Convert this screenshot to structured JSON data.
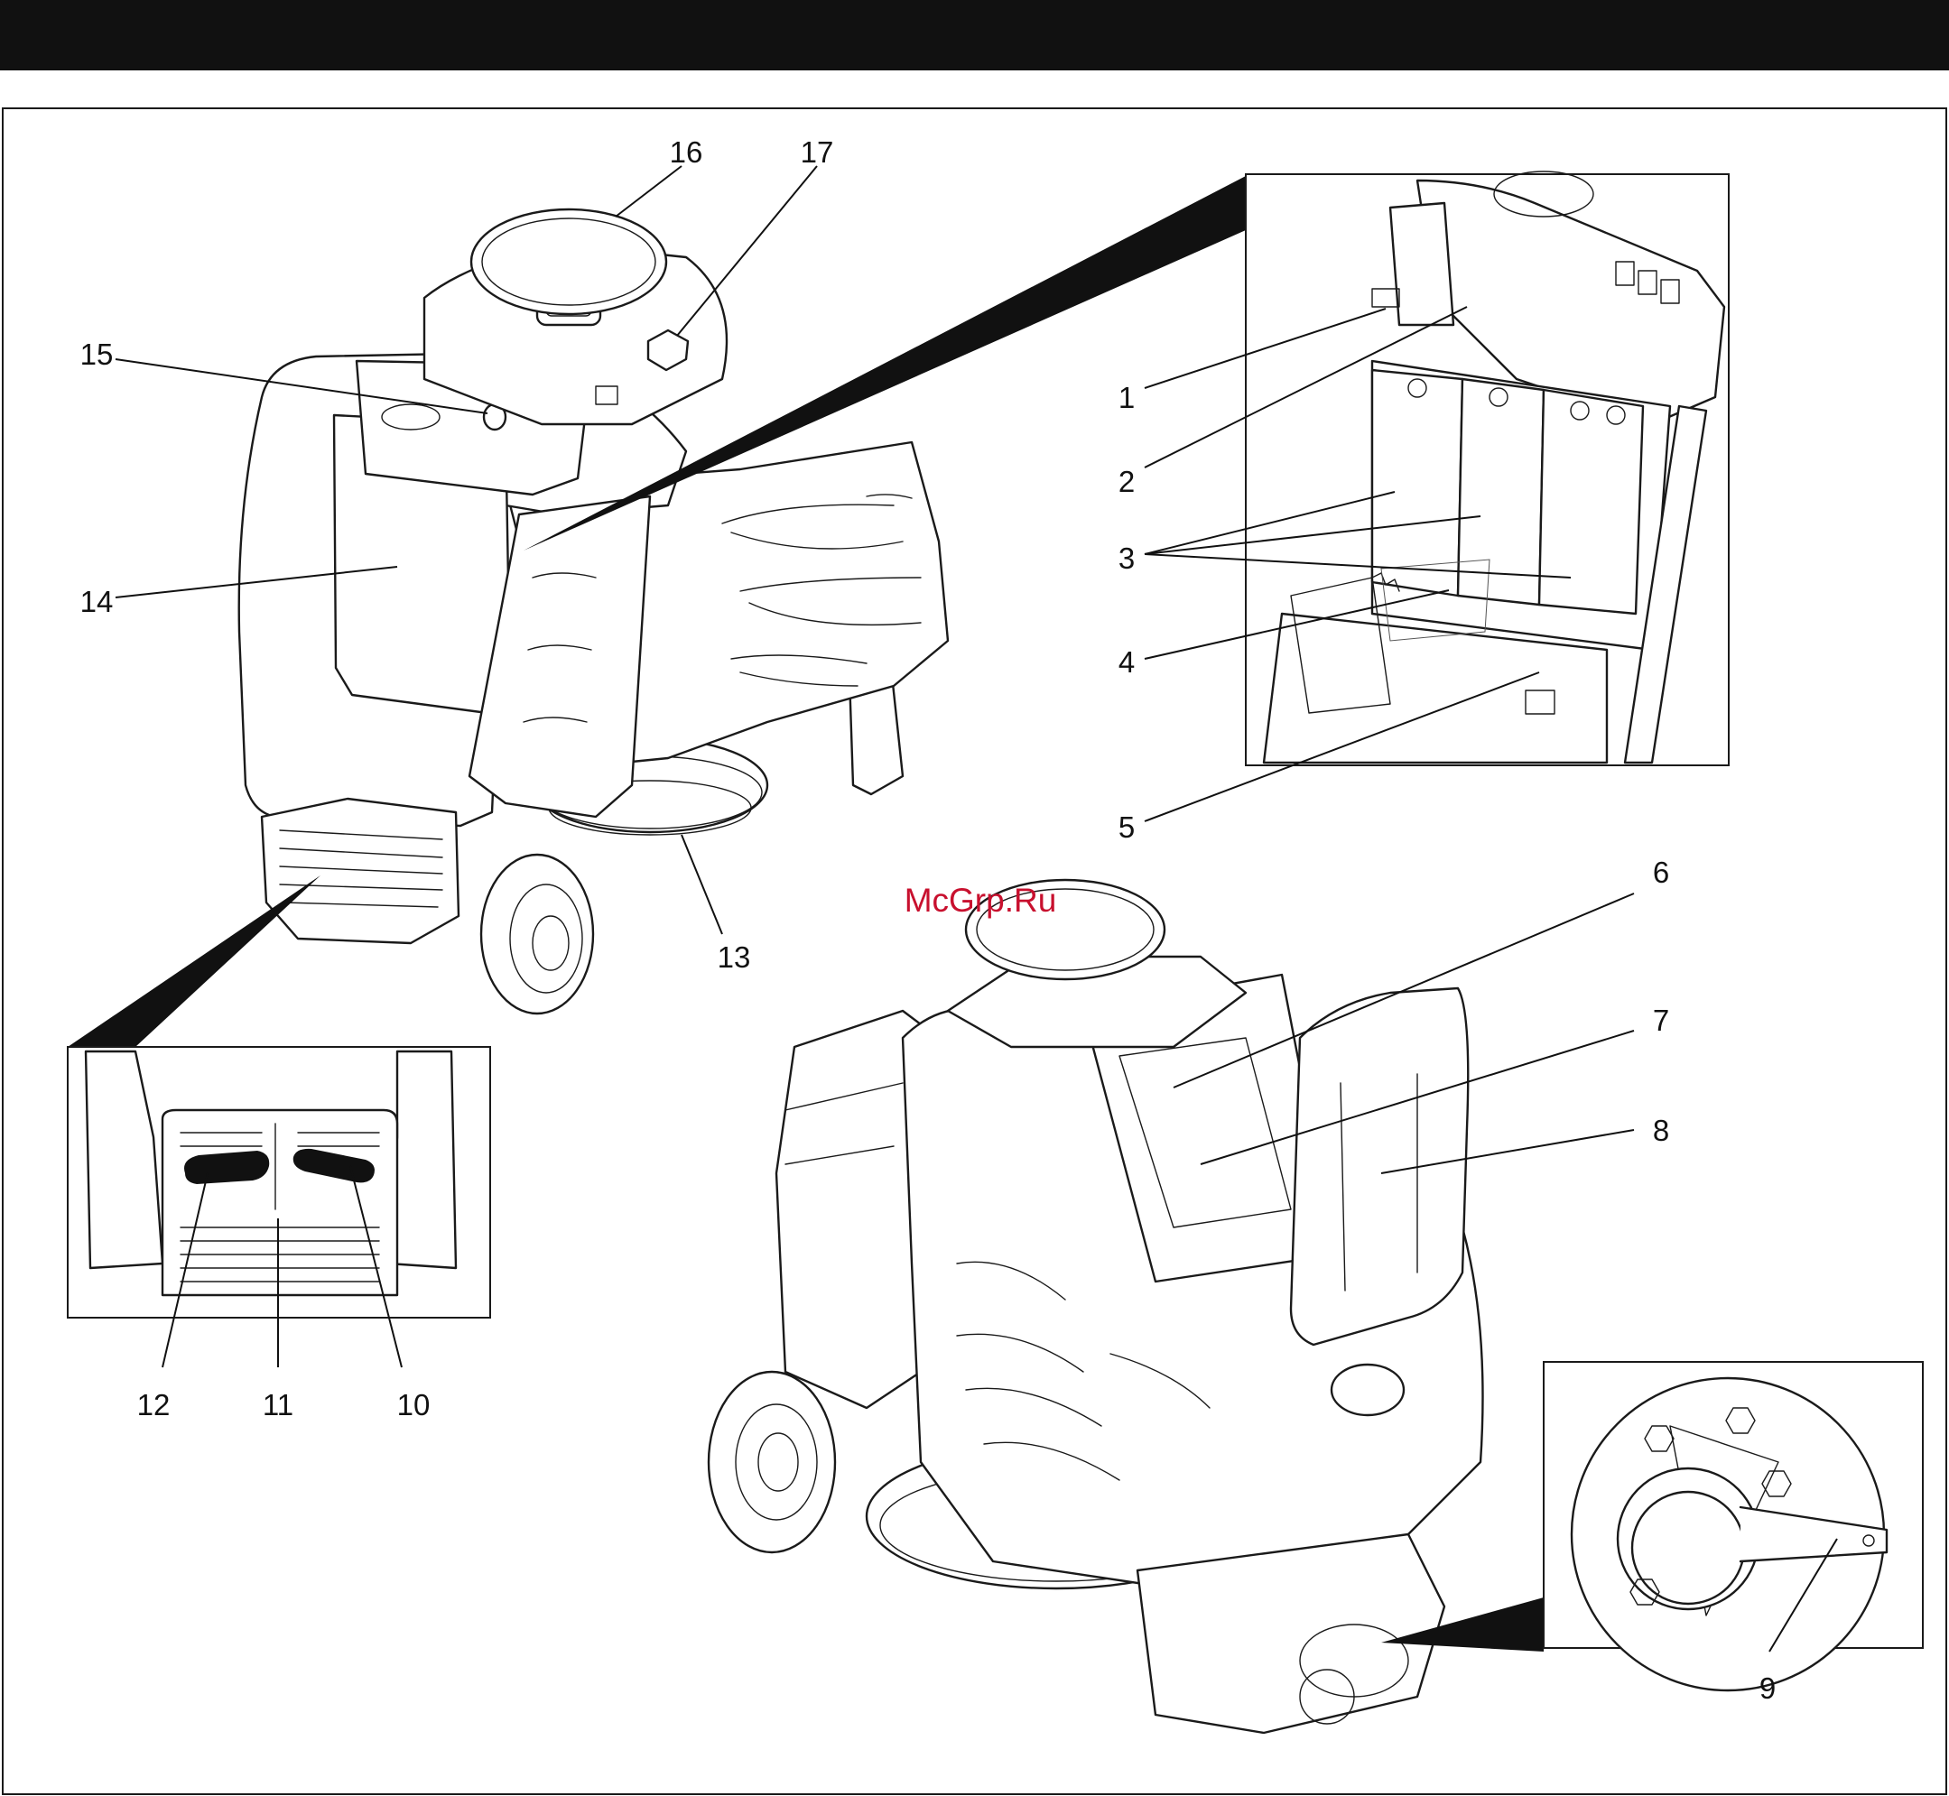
{
  "watermark": "McGrp.Ru",
  "colors": {
    "ink": "#111111",
    "watermark": "#c8102e",
    "background": "#ffffff"
  },
  "callouts": {
    "c1": "1",
    "c2": "2",
    "c3": "3",
    "c4": "4",
    "c5": "5",
    "c6": "6",
    "c7": "7",
    "c8": "8",
    "c9": "9",
    "c10": "10",
    "c11": "11",
    "c12": "12",
    "c13": "13",
    "c14": "14",
    "c15": "15",
    "c16": "16",
    "c17": "17"
  }
}
